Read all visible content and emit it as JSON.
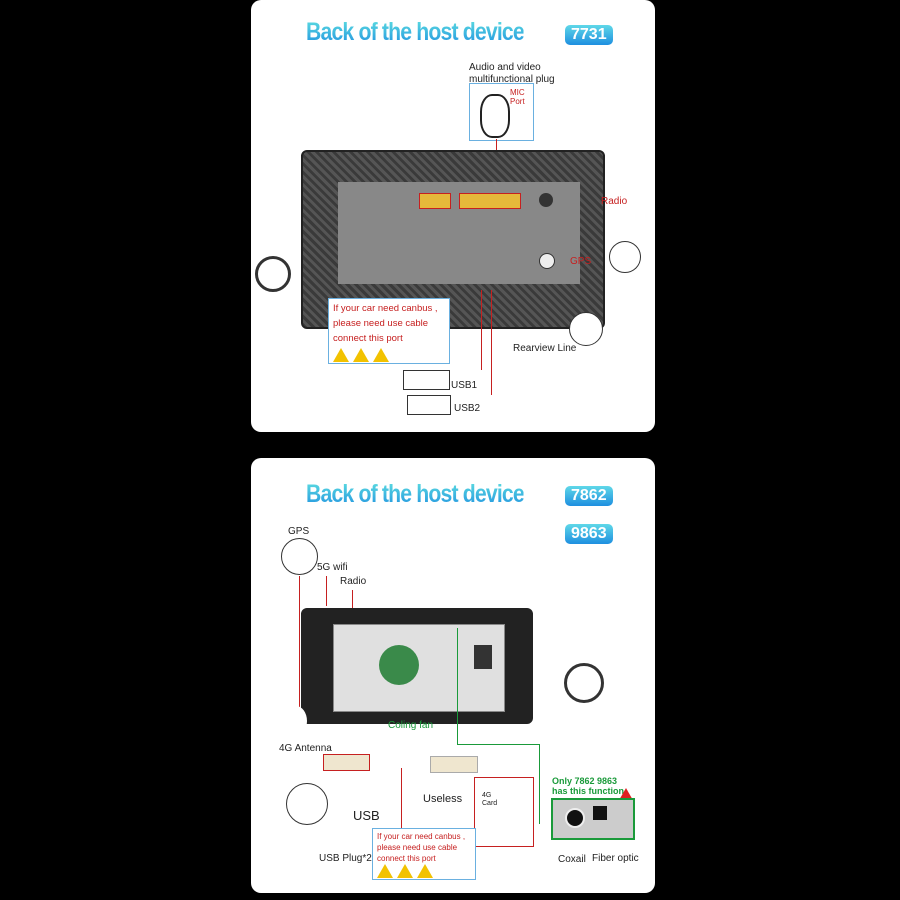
{
  "panel1": {
    "title": "Back of the host device",
    "badge": "7731",
    "av_plug": "Audio and video\nmultifunctional plug",
    "mic_line1": "MIC",
    "mic_line2": "Port",
    "radio": "Radio",
    "gps": "GPS",
    "rearview": "Rearview Line",
    "usb1": "USB1",
    "usb2": "USB2",
    "canbus": [
      "If your car need canbus ,",
      "please need use cable",
      "connect this port"
    ]
  },
  "panel2": {
    "title": "Back of the host device",
    "badges": [
      "7862",
      "9863"
    ],
    "gps": "GPS",
    "wifi": "5G  wifi",
    "radio": "Radio",
    "antenna": "4G Antenna",
    "fan": "Coling fan",
    "useless": "Useless",
    "card": "4G\nCard",
    "usb": "USB",
    "usb_plug": "USB Plug*2",
    "only_line1": "Only 7862  9863",
    "only_line2": "has this function",
    "coaxial": "Coxail",
    "fiber": "Fiber optic",
    "canbus": [
      "If your car need canbus ,",
      "please need use cable",
      "connect this port"
    ]
  }
}
